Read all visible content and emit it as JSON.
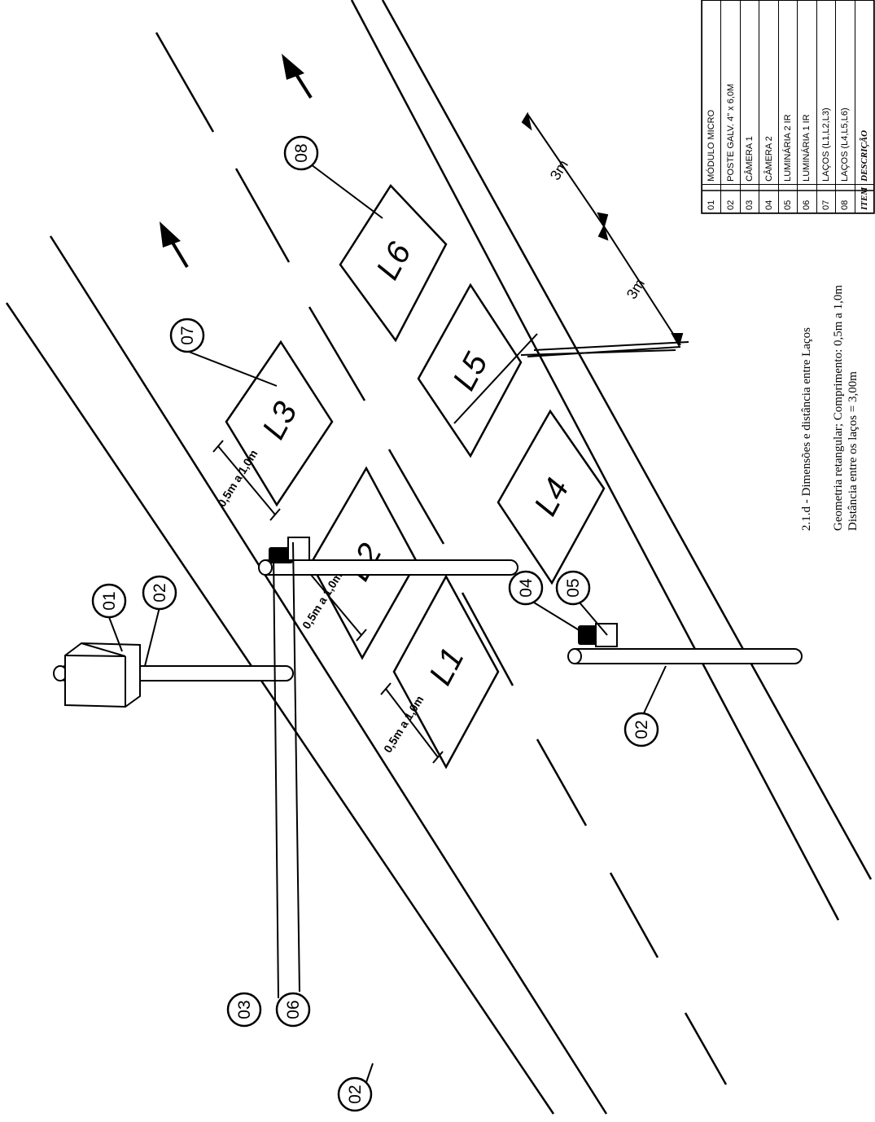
{
  "loops": [
    "L1",
    "L2",
    "L3",
    "L4",
    "L5",
    "L6"
  ],
  "item_bubbles": {
    "b01": "01",
    "b02_top": "02",
    "b02_mid": "02",
    "b02_bottom": "02",
    "b03": "03",
    "b04": "04",
    "b05": "05",
    "b06": "06",
    "b07": "07",
    "b08": "08"
  },
  "loop_length_label": "0,5m a 1,0m",
  "loop_spacing_label": "3m",
  "notes": {
    "title": "2.1.d - Dimensões e distância entre Laços",
    "line1": "Geometria retangular; Comprimento: 0,5m a 1,0m",
    "line2": "Distância entre os laços = 3,00m"
  },
  "legend_table": {
    "header": {
      "item": "ITEM",
      "description": "DESCRIÇÃO"
    },
    "rows": [
      {
        "item": "08",
        "description": "LAÇOS (L4,L5,L6)"
      },
      {
        "item": "07",
        "description": "LAÇOS (L1,L2,L3)"
      },
      {
        "item": "06",
        "description": "LUMINÁRIA 1 IR"
      },
      {
        "item": "05",
        "description": "LUMINÁRIA 2 IR"
      },
      {
        "item": "04",
        "description": "CÂMERA 2"
      },
      {
        "item": "03",
        "description": "CÂMERA 1"
      },
      {
        "item": "02",
        "description": "POSTE GALV. 4\" x 6,0M"
      },
      {
        "item": "01",
        "description": "MÓDULO MICRO"
      }
    ]
  }
}
